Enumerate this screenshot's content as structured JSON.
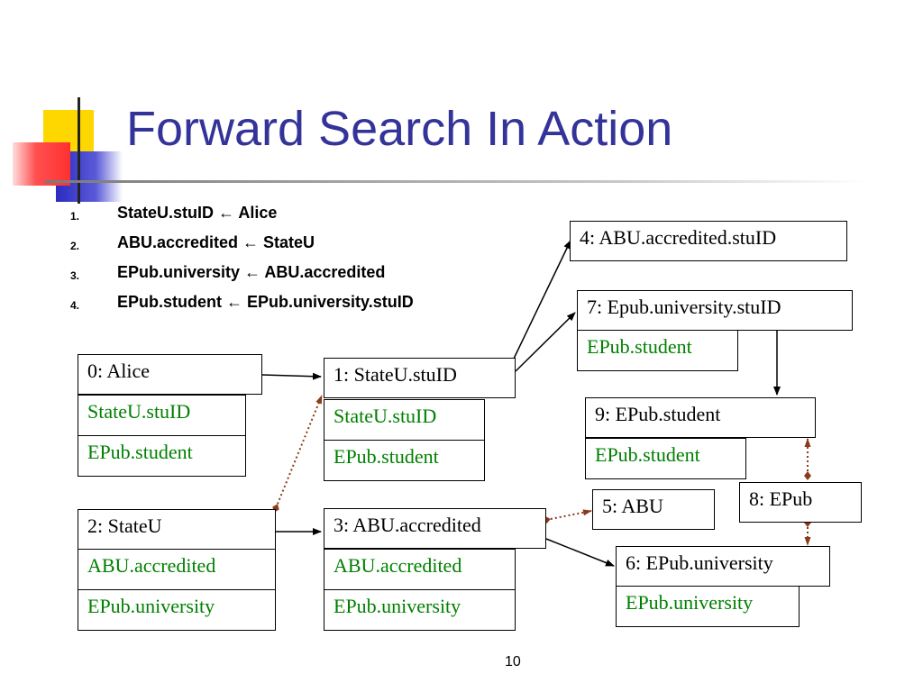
{
  "slide": {
    "title": "Forward Search In Action",
    "page_number": "10"
  },
  "rules": [
    {
      "num": "1.",
      "text": "StateU.stuID ← Alice"
    },
    {
      "num": "2.",
      "text": "ABU.accredited ← StateU"
    },
    {
      "num": "3.",
      "text": "EPub.university ← ABU.accredited"
    },
    {
      "num": "4.",
      "text": "EPub.student ← EPub.university.stuID"
    }
  ],
  "nodes": {
    "n0": {
      "label": "0: Alice",
      "solutions": [
        "StateU.stuID",
        "EPub.student"
      ]
    },
    "n1": {
      "label": "1: StateU.stuID",
      "solutions": [
        "StateU.stuID",
        "EPub.student"
      ]
    },
    "n2": {
      "label": "2: StateU",
      "solutions": [
        "ABU.accredited",
        "EPub.university"
      ]
    },
    "n3": {
      "label": "3: ABU.accredited",
      "solutions": [
        "ABU.accredited",
        "EPub.university"
      ]
    },
    "n4": {
      "label": "4: ABU.accredited.stuID",
      "solutions": []
    },
    "n5": {
      "label": "5: ABU",
      "solutions": []
    },
    "n6": {
      "label": "6: EPub.university",
      "solutions": [
        "EPub.university"
      ]
    },
    "n7": {
      "label": "7: Epub.university.stuID",
      "solutions": [
        "EPub.student"
      ]
    },
    "n8": {
      "label": "8: EPub",
      "solutions": []
    },
    "n9": {
      "label": "9: EPub.student",
      "solutions": [
        "EPub.student"
      ]
    }
  },
  "edges": [
    {
      "from": "n0",
      "to": "n1",
      "style": "solid"
    },
    {
      "from": "n1",
      "to": "n4",
      "style": "solid"
    },
    {
      "from": "n1",
      "to": "n7",
      "style": "solid"
    },
    {
      "from": "n2",
      "to": "n3",
      "style": "solid"
    },
    {
      "from": "n3",
      "to": "n6",
      "style": "solid"
    },
    {
      "from": "n7",
      "to": "n9",
      "style": "solid"
    },
    {
      "from": "n2",
      "to": "n1",
      "style": "dotted"
    },
    {
      "from": "n3",
      "to": "n5",
      "style": "dotted"
    },
    {
      "from": "n8",
      "to": "n9",
      "style": "dotted"
    },
    {
      "from": "n8",
      "to": "n6",
      "style": "dotted"
    }
  ],
  "colors": {
    "title": "#333399",
    "solution_text": "#008000",
    "dotted_edge": "#8B3A1A",
    "deco_yellow": "#FFD700",
    "deco_blue": "#3333CC",
    "deco_red": "#FF3333"
  }
}
